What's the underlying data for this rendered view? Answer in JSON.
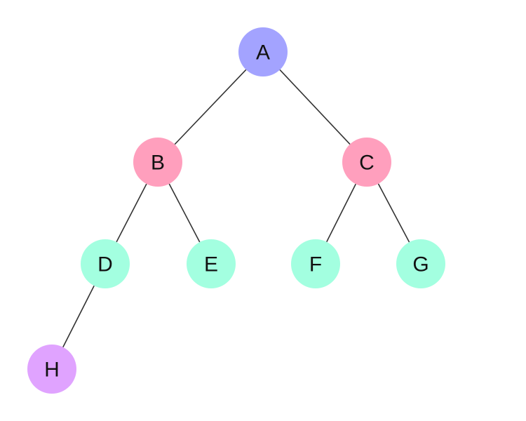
{
  "tree": {
    "colors": {
      "root": "#a3a3ff",
      "level1": "#ff9fbd",
      "level2": "#a3ffe0",
      "level3": "#e0a3ff",
      "edge": "#333333"
    },
    "nodes": [
      {
        "id": "A",
        "label": "A",
        "level": 0
      },
      {
        "id": "B",
        "label": "B",
        "level": 1
      },
      {
        "id": "C",
        "label": "C",
        "level": 1
      },
      {
        "id": "D",
        "label": "D",
        "level": 2
      },
      {
        "id": "E",
        "label": "E",
        "level": 2
      },
      {
        "id": "F",
        "label": "F",
        "level": 2
      },
      {
        "id": "G",
        "label": "G",
        "level": 2
      },
      {
        "id": "H",
        "label": "H",
        "level": 3
      }
    ],
    "edges": [
      {
        "from": "A",
        "to": "B"
      },
      {
        "from": "A",
        "to": "C"
      },
      {
        "from": "B",
        "to": "D"
      },
      {
        "from": "B",
        "to": "E"
      },
      {
        "from": "C",
        "to": "F"
      },
      {
        "from": "C",
        "to": "G"
      },
      {
        "from": "D",
        "to": "H"
      }
    ]
  }
}
